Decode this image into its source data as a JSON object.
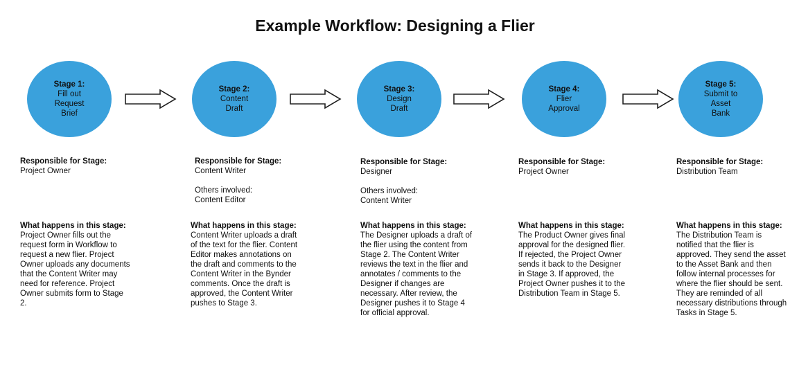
{
  "title": "Example Workflow: Designing a Flier",
  "stages": [
    {
      "number": "Stage 1:",
      "name": "Fill out\nRequest\nBrief",
      "responsible_label": "Responsible for Stage:",
      "responsible": "Project Owner",
      "happens_label": "What happens in this stage:",
      "happens": "Project Owner fills out the request form in Workflow to request a new flier. Project Owner uploads any documents that the Content Writer may need for reference. Project Owner submits form to Stage 2."
    },
    {
      "number": "Stage 2:",
      "name": "Content\nDraft",
      "responsible_label": "Responsible for Stage:",
      "responsible": "Content Writer",
      "others_label": "Others involved:",
      "others": "Content Editor",
      "happens_label": "What happens in this stage:",
      "happens": "Content Writer uploads a draft of the text for the flier. Content Editor makes annotations on the draft and comments to the Content Writer in the Bynder comments. Once the draft is approved, the Content Writer pushes to Stage 3."
    },
    {
      "number": "Stage 3:",
      "name": "Design\nDraft",
      "responsible_label": "Responsible for Stage:",
      "responsible": "Designer",
      "others_label": "Others involved:",
      "others": "Content Writer",
      "happens_label": "What happens in this stage:",
      "happens": "The Designer uploads a draft of the flier using the content from Stage 2. The Content Writer reviews the text in the flier and annotates / comments to the Designer if changes are necessary. After review, the Designer pushes it to Stage 4 for official approval."
    },
    {
      "number": "Stage 4:",
      "name": "Flier\nApproval",
      "responsible_label": "Responsible for Stage:",
      "responsible": "Project Owner",
      "happens_label": "What happens in this stage:",
      "happens": "The Product Owner gives final approval for the designed flier. If rejected, the Project Owner sends it back to the Designer in Stage 3. If approved, the Project Owner pushes it to the Distribution Team in Stage 5."
    },
    {
      "number": "Stage 5:",
      "name": "Submit to\nAsset\nBank",
      "responsible_label": "Responsible for Stage:",
      "responsible": "Distribution Team",
      "happens_label": "What happens in this stage:",
      "happens": "The Distribution Team is notified that the flier is approved. They send the asset to the Asset Bank and then follow internal processes for where the flier should be sent. They are reminded of all necessary distributions through Tasks in Stage 5."
    }
  ],
  "colors": {
    "circle": "#3aa1dc",
    "arrow_stroke": "#222222"
  }
}
